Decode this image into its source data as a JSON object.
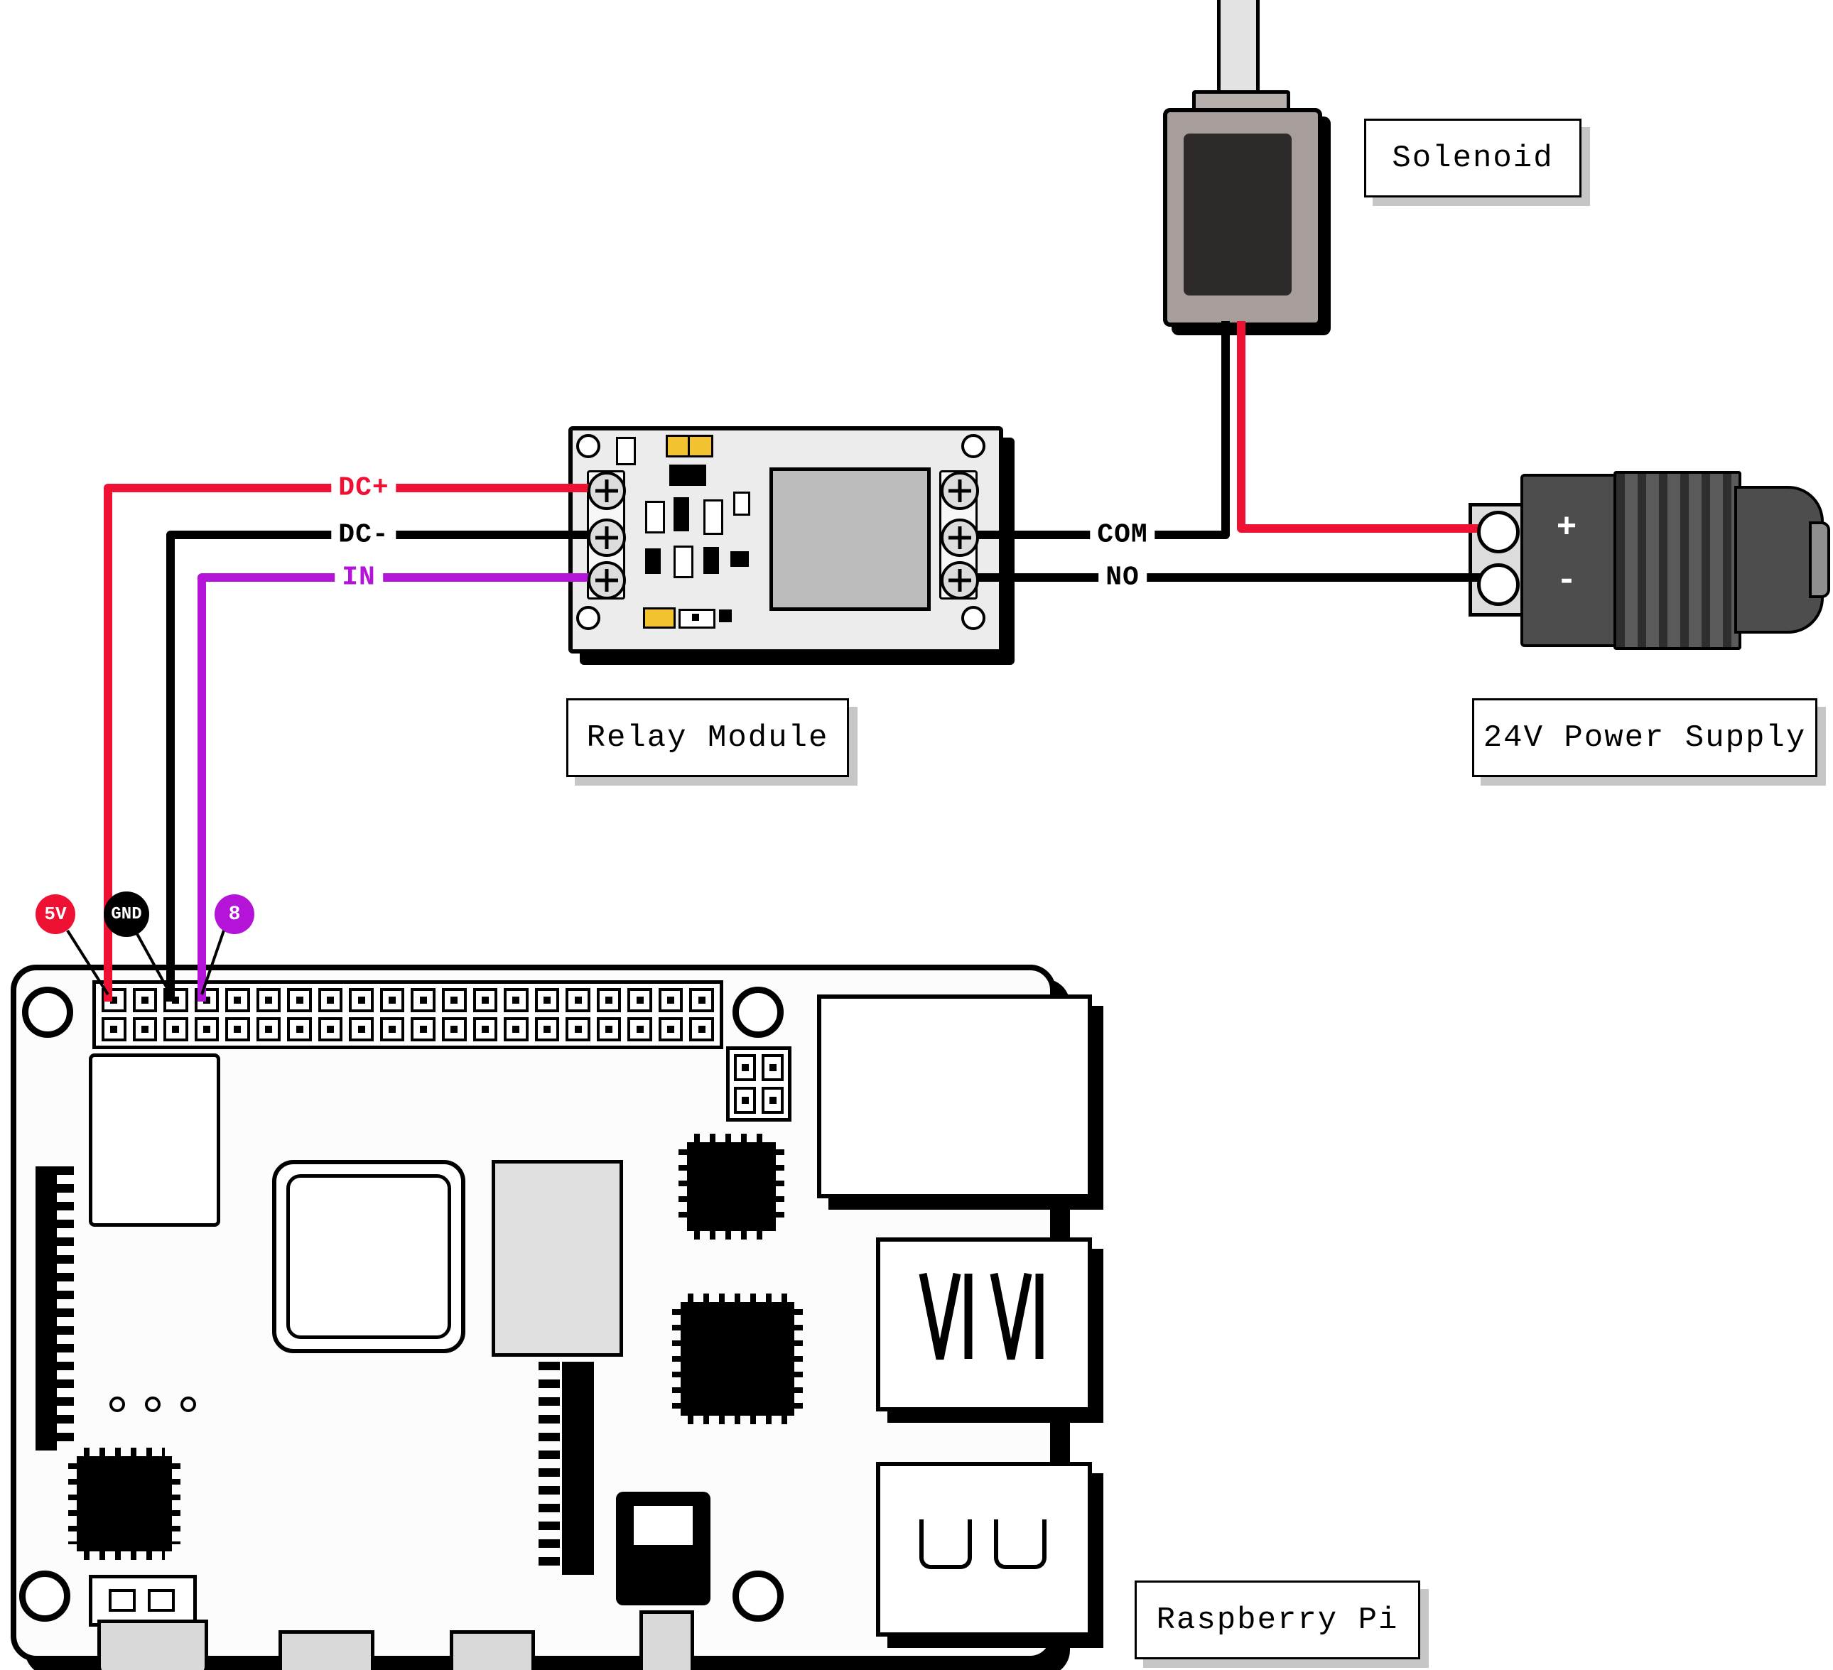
{
  "component_labels": {
    "solenoid": "Solenoid",
    "relay_module": "Relay Module",
    "power_supply": "24V Power Supply",
    "raspberry_pi": "Raspberry Pi"
  },
  "wire_labels": {
    "dc_plus": "DC+",
    "dc_minus": "DC-",
    "in": "IN",
    "com": "COM",
    "no": "NO"
  },
  "pin_badges": {
    "five_v": "5V",
    "gnd": "GND",
    "pin8": "8"
  },
  "power_terminals": {
    "positive": "+",
    "negative": "-"
  },
  "colors": {
    "wire_positive": "#ee1133",
    "wire_ground": "#000000",
    "wire_signal": "#b414d8",
    "relay_pcb": "#ececec",
    "relay_case": "#bcbcbc",
    "yellow_component": "#f2c230",
    "solenoid_body": "#a79e9b",
    "power_supply_body": "#4d4d4d",
    "label_shadow": "#c6c6c6",
    "component_shadow": "#000000"
  }
}
